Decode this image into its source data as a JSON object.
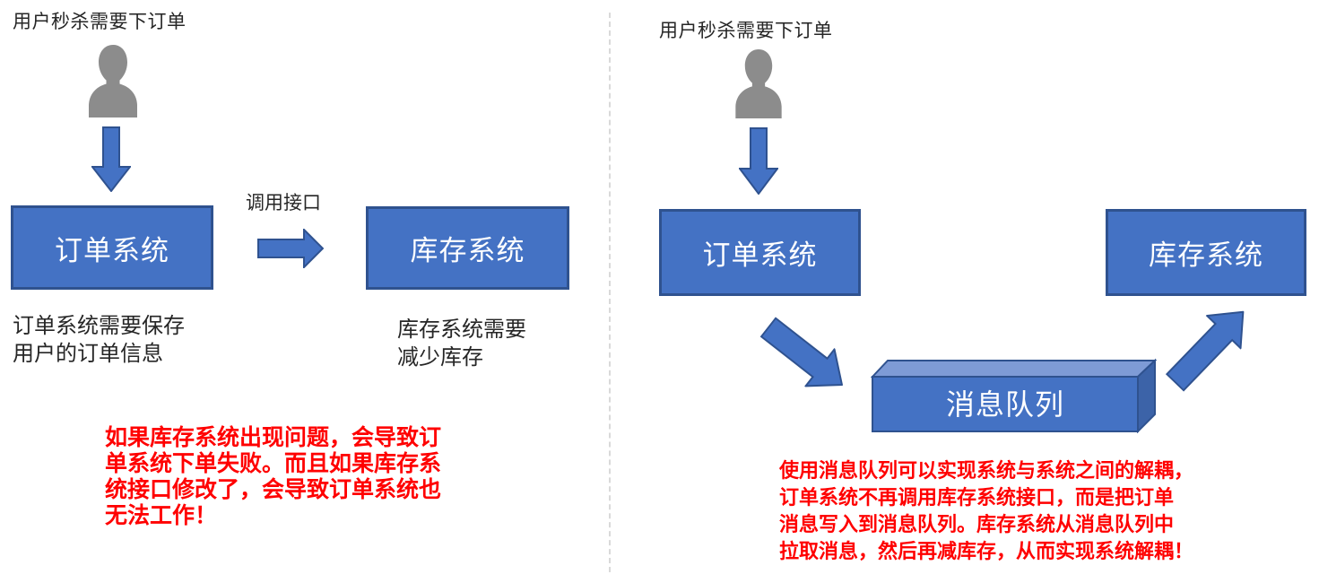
{
  "colors": {
    "box-fill": "#4472C4",
    "box-border": "#2F528F",
    "box-top-face": "#7E9BD6",
    "box-side-face": "#3C63A8",
    "person-gray": "#8C8C8C",
    "text-dark": "#262626",
    "warning-red": "#FF0000",
    "divider-gray": "#D9D9D9"
  },
  "icons": {
    "person": "user-silhouette",
    "flow_arrows": [
      "down-arrow",
      "right-arrow",
      "down-right-arrow",
      "up-right-arrow"
    ]
  },
  "left": {
    "title": "用户秒杀需要下订单",
    "call_label": "调用接口",
    "order_box_label": "订单系统",
    "inventory_box_label": "库存系统",
    "order_caption": "订单系统需要保存\n用户的订单信息",
    "inventory_caption": "库存系统需要\n减少库存",
    "warning": "如果库存系统出现问题，会导致订\n单系统下单失败。而且如果库存系\n统接口修改了，会导致订单系统也\n无法工作！"
  },
  "right": {
    "title": "用户秒杀需要下订单",
    "order_box_label": "订单系统",
    "queue_box_label": "消息队列",
    "inventory_box_label": "库存系统",
    "warning": "使用消息队列可以实现系统与系统之间的解耦，\n订单系统不再调用库存系统接口，而是把订单\n消息写入到消息队列。库存系统从消息队列中\n拉取消息，然后再减库存，从而实现系统解耦！"
  }
}
